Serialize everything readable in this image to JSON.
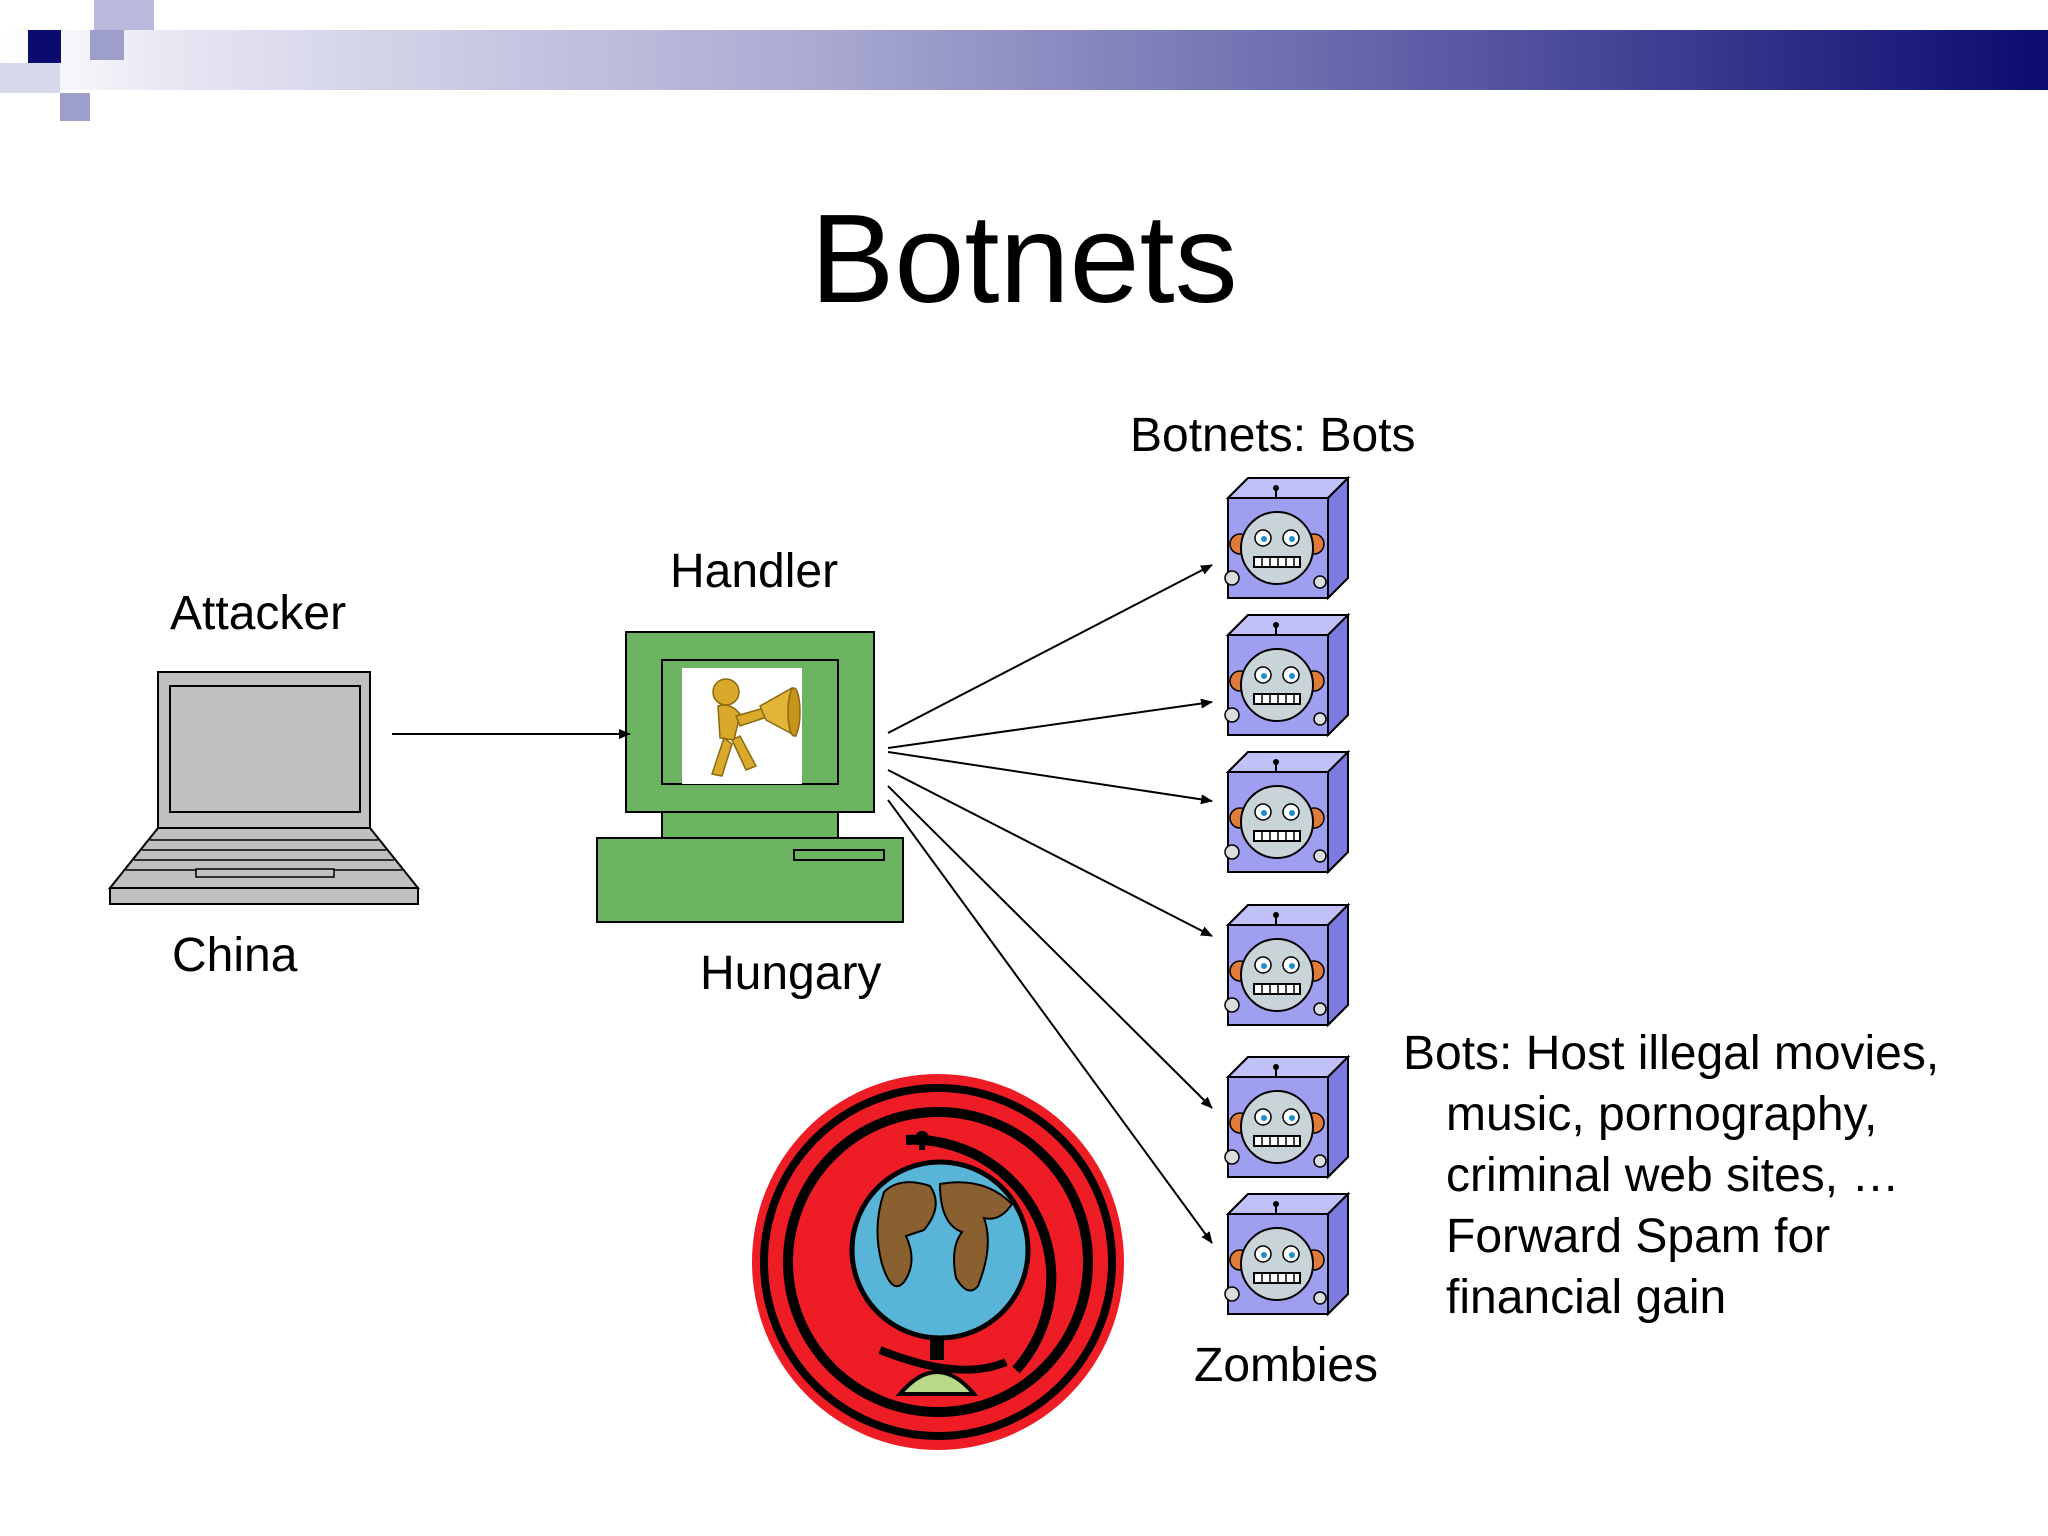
{
  "slide": {
    "title": "Botnets",
    "colors": {
      "header_dark": "#0b0b6f",
      "header_light": "#a9a9d2",
      "handler_green": "#6db462",
      "bot_cube": "#9f9ff2",
      "globe_ring": "#ee1c24"
    }
  },
  "diagram": {
    "bots_top_label": "Botnets: Bots",
    "attacker_label": "Attacker",
    "attacker_location": "China",
    "handler_label": "Handler",
    "handler_location": "Hungary",
    "zombies_label": "Zombies",
    "bot_count": 6,
    "bots_description": [
      "Bots: Host illegal movies,",
      "music, pornography,",
      "criminal web sites, …",
      "Forward Spam for",
      "financial gain"
    ],
    "icons": [
      "laptop-icon",
      "desktop-computer-icon",
      "megaphone-figure-icon",
      "robot-cube-icon",
      "globe-icon"
    ]
  }
}
